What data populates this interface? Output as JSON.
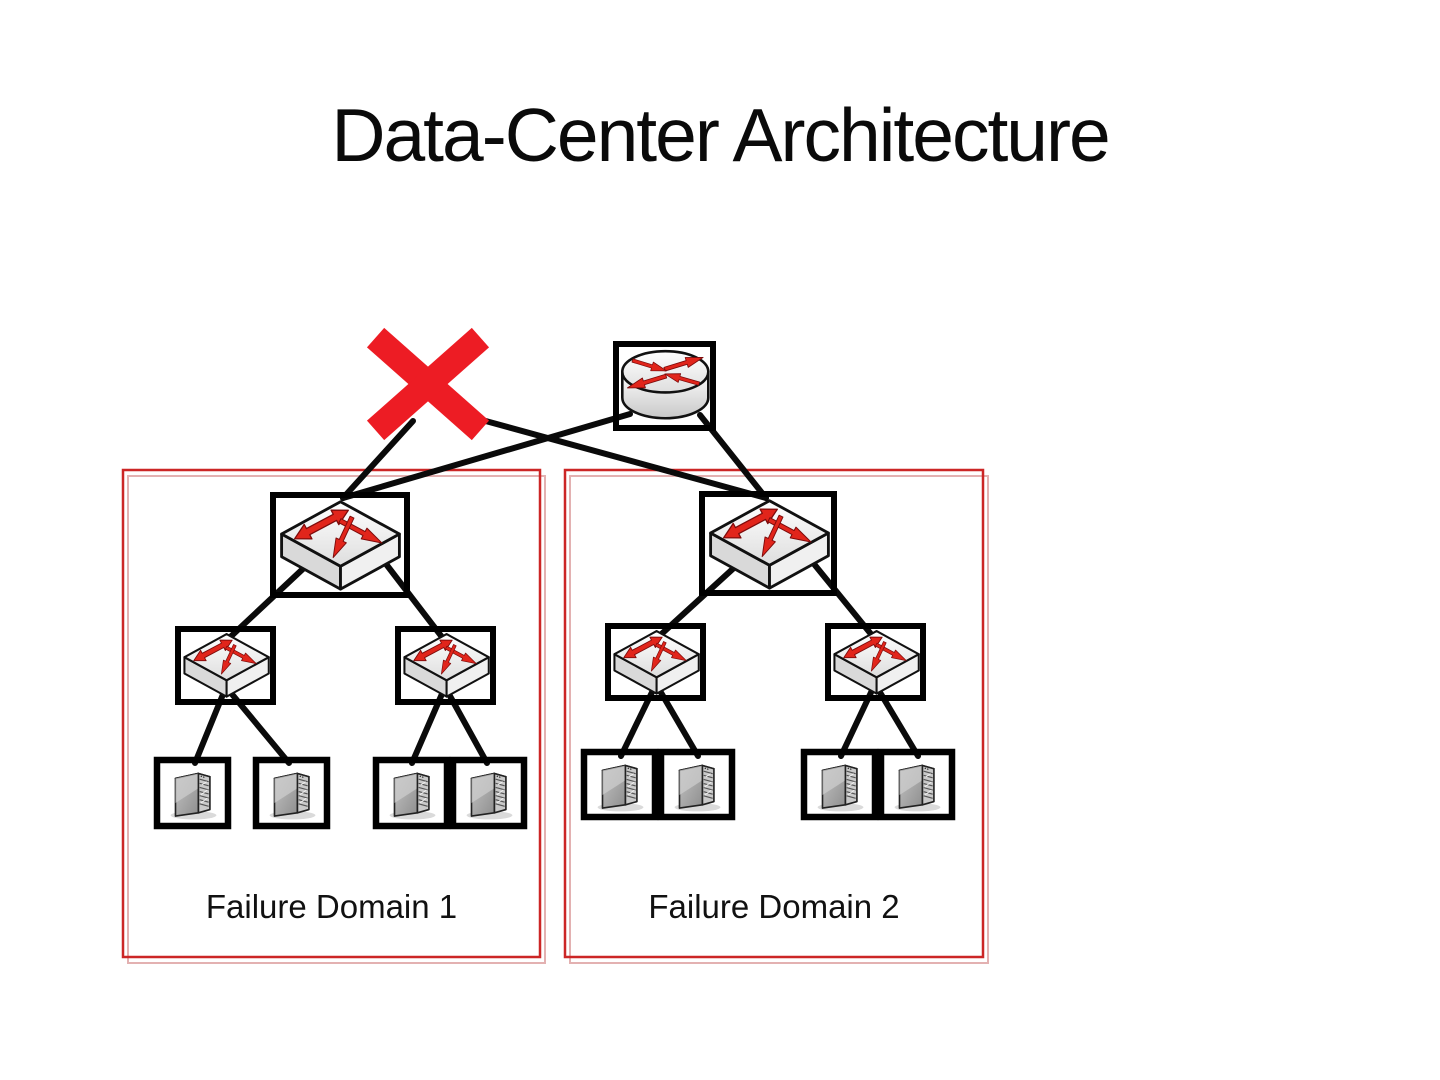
{
  "slide": {
    "title": "Data-Center Architecture",
    "colors": {
      "background": "#ffffff",
      "title_text": "#0a0a0a",
      "failure_x_red": "#ed1c24",
      "domain_box_red": "#cc2626",
      "domain_box_shadow_pink": "#e3b1b1",
      "icon_arrow_red": "#e1251b",
      "link_line_black": "#0a0a0a"
    },
    "core_layer": {
      "failed_device_marker_icon": "red-x-icon",
      "router_icon": "router-icon"
    },
    "domains": [
      {
        "label": "Failure Domain 1",
        "aggregation_switch_count": 1,
        "edge_switch_count": 2,
        "server_count": 4
      },
      {
        "label": "Failure Domain 2",
        "aggregation_switch_count": 1,
        "edge_switch_count": 2,
        "server_count": 4
      }
    ]
  }
}
